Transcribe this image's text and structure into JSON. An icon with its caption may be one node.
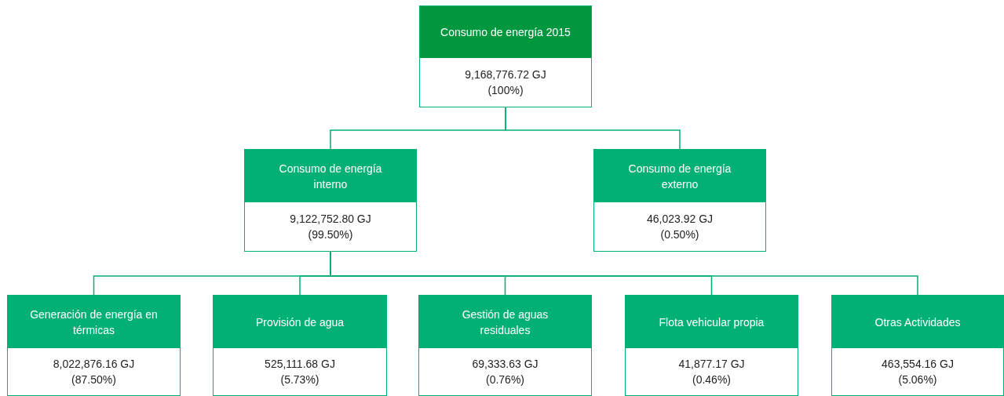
{
  "diagram": {
    "nodes": [
      {
        "text": [
          "Consumo de energía 2015",
          "9,168,776.72 GJ (100%)"
        ]
      },
      {
        "text": [
          "Consumo de energía interno",
          "9,122,752.80 GJ (99.50%)"
        ]
      },
      {
        "text": [
          "Consumo de energía externo",
          "46,023.92 GJ (0.50%)"
        ]
      },
      {
        "text": [
          "Generación de energía en térmicas",
          "8,022,876.16 GJ (87.50%)"
        ]
      },
      {
        "text": [
          "Provisión de agua",
          "525,111.68 GJ (5.73%)"
        ]
      },
      {
        "text": [
          "Gestión de aguas residuales",
          "69,333.63 GJ (0.76%)"
        ]
      },
      {
        "text": [
          "Flota vehicular propia",
          "41,877.17 GJ (0.46%)"
        ]
      },
      {
        "text": [
          "Otras Actividades",
          "463,554.16 GJ (5.06%)"
        ]
      }
    ],
    "edges": [
      {
        "from": 0,
        "to": 1,
        "arrow": "none"
      },
      {
        "from": 0,
        "to": 2,
        "arrow": "none"
      },
      {
        "from": 1,
        "to": 3,
        "arrow": "none"
      },
      {
        "from": 1,
        "to": 4,
        "arrow": "none"
      },
      {
        "from": 1,
        "to": 5,
        "arrow": "none"
      },
      {
        "from": 1,
        "to": 6,
        "arrow": "none"
      },
      {
        "from": 1,
        "to": 7,
        "arrow": "none"
      }
    ]
  }
}
